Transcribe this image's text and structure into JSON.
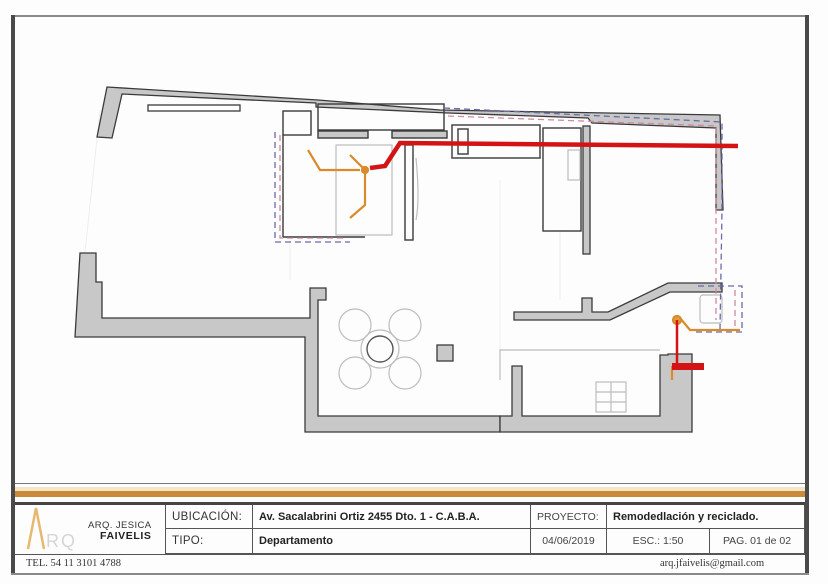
{
  "drawing": {
    "type": "architectural floor plan",
    "legend_colors": {
      "walls_fill": "#c8c8c8",
      "walls_stroke": "#3a3a3a",
      "demolition_dashed": "#6a6aa8",
      "gas_pipe_red": "#d41414",
      "water_pipe_orange": "#d98a2a",
      "furniture_light": "#bdbdbd"
    }
  },
  "title_block": {
    "accent_band_color": "#c98a3a",
    "logo": {
      "mark": "ARQ",
      "name_line1": "ARQ. JESICA",
      "name_line2": "FAIVELIS"
    },
    "ubicacion_label": "UBICACIÓN:",
    "ubicacion_value": "Av. Sacalabrini Ortiz 2455  Dto. 1  -  C.A.B.A.",
    "proyecto_label": "PROYECTO:",
    "proyecto_value": "Remodedlación y reciclado.",
    "tipo_label": "TIPO:",
    "tipo_value": "Departamento",
    "fecha": "04/06/2019",
    "escala": "ESC.: 1:50",
    "pagina": "PAG. 01 de 02",
    "telefono": "TEL.  54 11 3101 4788",
    "email": "arq.jfaivelis@gmail.com"
  }
}
